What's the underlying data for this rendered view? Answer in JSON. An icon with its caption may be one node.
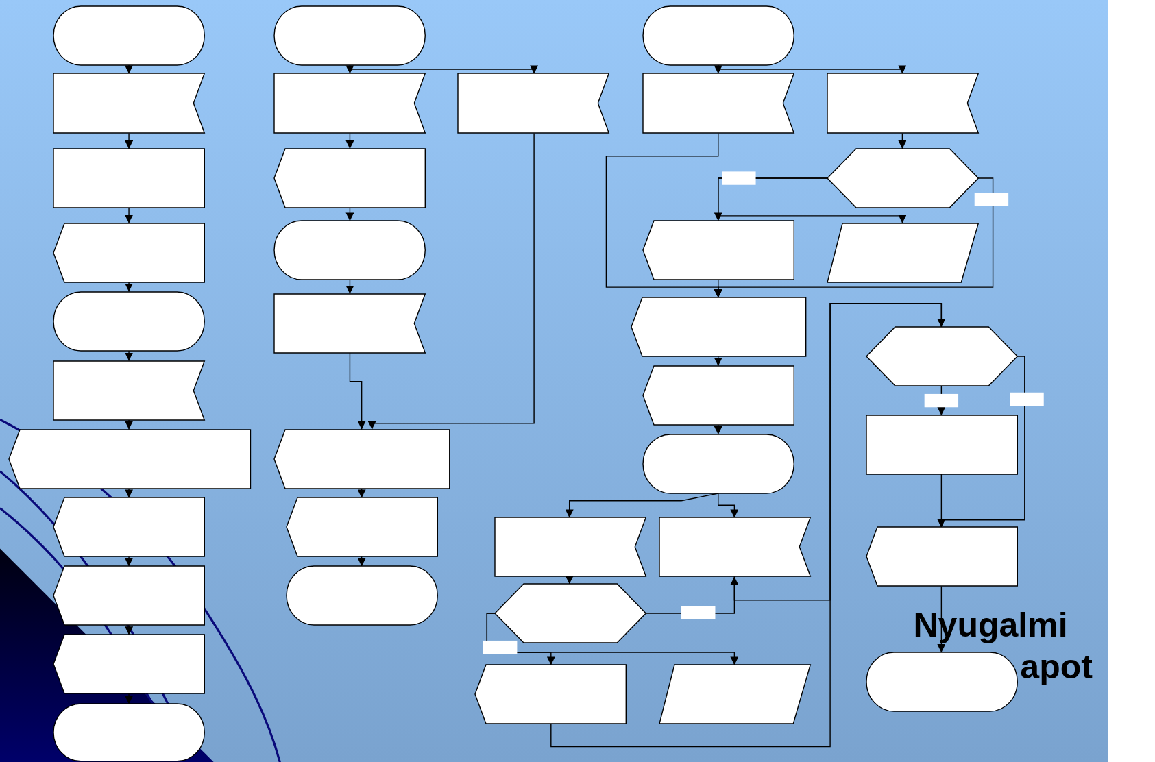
{
  "diagram": {
    "nodes": [
      {
        "text": [],
        "shape": "stadium"
      },
      {
        "text": [],
        "shape": "notched"
      },
      {
        "text": [],
        "shape": "box"
      },
      {
        "text": [],
        "shape": "pentagon"
      },
      {
        "text": [],
        "shape": "stadium"
      },
      {
        "text": [],
        "shape": "notched"
      },
      {
        "text": [],
        "shape": "pentagon"
      },
      {
        "text": [],
        "shape": "pentagon"
      },
      {
        "text": [],
        "shape": "pentagon"
      },
      {
        "text": [],
        "shape": "pentagon"
      },
      {
        "text": [],
        "shape": "stadium"
      },
      {
        "text": [],
        "shape": "stadium"
      },
      {
        "text": [],
        "shape": "notched"
      },
      {
        "text": [],
        "shape": "notched"
      },
      {
        "text": [],
        "shape": "pentagon"
      },
      {
        "text": [],
        "shape": "stadium"
      },
      {
        "text": [],
        "shape": "notched"
      },
      {
        "text": [],
        "shape": "pentagon"
      },
      {
        "text": [],
        "shape": "pentagon"
      },
      {
        "text": [],
        "shape": "stadium"
      },
      {
        "text": [],
        "shape": "stadium"
      },
      {
        "text": [],
        "shape": "notched"
      },
      {
        "text": [],
        "shape": "notched"
      },
      {
        "text": [],
        "shape": "hexagon"
      },
      {
        "text": [],
        "shape": "pentagon"
      },
      {
        "text": [],
        "shape": "parallelogram"
      },
      {
        "text": [],
        "shape": "pentagon"
      },
      {
        "text": [],
        "shape": "pentagon"
      },
      {
        "text": [],
        "shape": "stadium"
      },
      {
        "text": [],
        "shape": "notched"
      },
      {
        "text": [],
        "shape": "notched"
      },
      {
        "text": [],
        "shape": "hexagon"
      },
      {
        "text": [],
        "shape": "pentagon"
      },
      {
        "text": [],
        "shape": "parallelogram"
      },
      {
        "text": [],
        "shape": "hexagon"
      },
      {
        "text": [],
        "shape": "box"
      },
      {
        "text": [],
        "shape": "pentagon"
      },
      {
        "text": [],
        "shape": "stadium"
      }
    ],
    "edges": [
      {
        "from": 0,
        "to": 1,
        "arrow": "to"
      },
      {
        "from": 1,
        "to": 2,
        "arrow": "to"
      },
      {
        "from": 2,
        "to": 3,
        "arrow": "to"
      },
      {
        "from": 3,
        "to": 4,
        "arrow": "to"
      },
      {
        "from": 4,
        "to": 5,
        "arrow": "to"
      },
      {
        "from": 5,
        "to": 6,
        "arrow": "to"
      },
      {
        "from": 6,
        "to": 7,
        "arrow": "to"
      },
      {
        "from": 7,
        "to": 8,
        "arrow": "to"
      },
      {
        "from": 8,
        "to": 9,
        "arrow": "to"
      },
      {
        "from": 9,
        "to": 10,
        "arrow": "to"
      },
      {
        "from": 11,
        "to": 12,
        "arrow": "to"
      },
      {
        "from": 11,
        "to": 13,
        "arrow": "to"
      },
      {
        "from": 12,
        "to": 14,
        "arrow": "to"
      },
      {
        "from": 14,
        "to": 15,
        "arrow": "to"
      },
      {
        "from": 15,
        "to": 16,
        "arrow": "to"
      },
      {
        "from": 16,
        "to": 17,
        "arrow": "to"
      },
      {
        "from": 13,
        "to": 17,
        "arrow": "to"
      },
      {
        "from": 17,
        "to": 18,
        "arrow": "to"
      },
      {
        "from": 18,
        "to": 19,
        "arrow": "to"
      },
      {
        "from": 20,
        "to": 21,
        "arrow": "to"
      },
      {
        "from": 20,
        "to": 22,
        "arrow": "to"
      },
      {
        "from": 22,
        "to": 23,
        "arrow": "to"
      },
      {
        "from": 23,
        "to": 24,
        "arrow": "to"
      },
      {
        "from": 23,
        "to": 25,
        "arrow": "to"
      },
      {
        "from": 23,
        "to": 26,
        "arrow": "to"
      },
      {
        "from": 21,
        "to": 26,
        "arrow": "to"
      },
      {
        "from": 24,
        "to": 26,
        "arrow": "to"
      },
      {
        "from": 26,
        "to": 27,
        "arrow": "to"
      },
      {
        "from": 27,
        "to": 28,
        "arrow": "to"
      },
      {
        "from": 28,
        "to": 29,
        "arrow": "to"
      },
      {
        "from": 28,
        "to": 30,
        "arrow": "to"
      },
      {
        "from": 29,
        "to": 31,
        "arrow": "to"
      },
      {
        "from": 31,
        "to": 30,
        "arrow": "to"
      },
      {
        "from": 31,
        "to": 32,
        "arrow": "to"
      },
      {
        "from": 31,
        "to": 33,
        "arrow": "to"
      },
      {
        "from": 30,
        "to": 34,
        "arrow": "to"
      },
      {
        "from": 32,
        "to": 34,
        "arrow": "to"
      },
      {
        "from": 34,
        "to": 35,
        "arrow": "to"
      },
      {
        "from": 34,
        "to": 36,
        "arrow": "to"
      },
      {
        "from": 35,
        "to": 36,
        "arrow": "to"
      },
      {
        "from": 36,
        "to": 37,
        "arrow": "to"
      }
    ],
    "labels": [
      "Nyugalmi",
      "apot"
    ]
  }
}
